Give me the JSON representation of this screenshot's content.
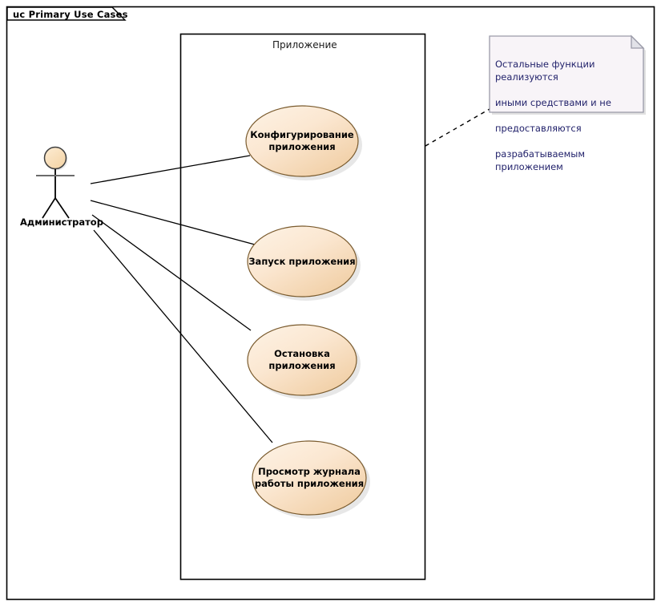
{
  "diagram": {
    "frame_title": "uc Primary Use Cases",
    "boundary_label": "Приложение",
    "actor": {
      "name": "Администратор",
      "icon": "actor-stick-figure"
    },
    "use_cases": [
      {
        "id": "uc1",
        "label": "Конфигурирование\nприложения",
        "line1": "Конфигурирование",
        "line2": "приложения"
      },
      {
        "id": "uc2",
        "label": "Запуск приложения",
        "line1": "Запуск приложения",
        "line2": ""
      },
      {
        "id": "uc3",
        "label": "Остановка\nприложения",
        "line1": "Остановка",
        "line2": "приложения"
      },
      {
        "id": "uc4",
        "label": "Просмотр журнала\nработы приложения",
        "line1": "Просмотр журнала",
        "line2": "работы приложения"
      }
    ],
    "note": {
      "text": "Остальные функции реализуются иными средствами и не предоставляются разрабатываемым приложением",
      "line1": "Остальные функции реализуются",
      "line2": "иными средствами и не",
      "line3": "предоставляются",
      "line4": "разрабатываемым приложением"
    },
    "associations": [
      {
        "from": "actor",
        "to": "uc1"
      },
      {
        "from": "actor",
        "to": "uc2"
      },
      {
        "from": "actor",
        "to": "uc3"
      },
      {
        "from": "actor",
        "to": "uc4"
      }
    ],
    "note_anchor": {
      "from": "note",
      "to": "boundary",
      "style": "dashed"
    },
    "colors": {
      "use_case_fill_light": "#fdf0df",
      "use_case_fill_dark": "#f2cfa4",
      "use_case_stroke": "#7a5b2e",
      "actor_fill": "#fadfb8",
      "actor_stroke": "#4a4a4a",
      "note_fill": "#f8f4f8",
      "note_stroke": "#9a9aa8",
      "note_text": "#22226b",
      "frame_stroke": "#000000",
      "boundary_stroke": "#000000",
      "line_stroke": "#000000",
      "shadow": "#c8c8c8"
    }
  }
}
